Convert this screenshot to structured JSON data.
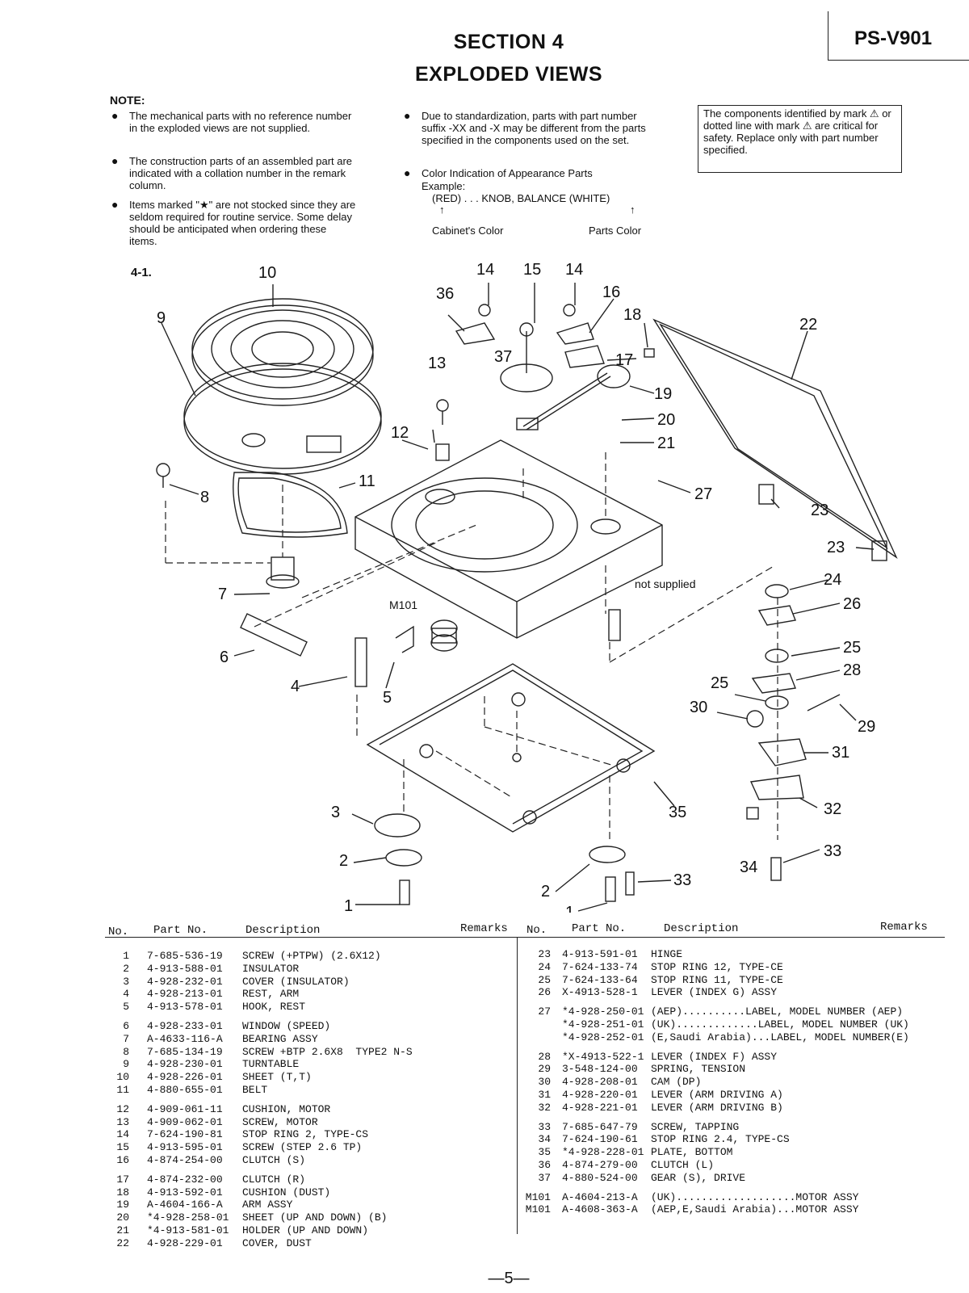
{
  "header": {
    "section": "SECTION 4",
    "title": "EXPLODED VIEWS",
    "model": "PS-V901"
  },
  "note": {
    "heading": "NOTE:",
    "left_items": [
      "The mechanical parts with no reference number in the exploded views are not supplied.",
      "The construction parts of an assembled part are indicated with a collation number in the remark column.",
      "Items marked \"★\" are not stocked since they are seldom required for routine service. Some delay should be anticipated when ordering these items."
    ],
    "mid_items": [
      "Due to standardization, parts with part number suffix -XX and -X may be different from the parts specified in the components used on the set.",
      "Color Indication of Appearance Parts"
    ],
    "example_label": "Example:",
    "example_text": "(RED) . . . KNOB, BALANCE (WHITE)",
    "cabinet_color": "Cabinet's Color",
    "parts_color": "Parts Color",
    "warning": "The components identified by mark ⚠ or dotted line with mark ⚠ are critical for safety. Replace only with part number specified."
  },
  "diagram": {
    "figure_label": "4-1.",
    "callouts": [
      "1",
      "1",
      "2",
      "2",
      "3",
      "4",
      "5",
      "6",
      "7",
      "8",
      "9",
      "10",
      "11",
      "12",
      "13",
      "14",
      "14",
      "15",
      "16",
      "17",
      "18",
      "19",
      "20",
      "21",
      "22",
      "23",
      "23",
      "24",
      "25",
      "25",
      "26",
      "27",
      "28",
      "29",
      "30",
      "31",
      "32",
      "33",
      "33",
      "34",
      "35",
      "36",
      "37",
      "M101"
    ],
    "not_supplied": "not supplied"
  },
  "table": {
    "headers": {
      "no": "No.",
      "part_no": "Part No.",
      "description": "Description",
      "remarks": "Remarks"
    },
    "left_rows": [
      {
        "no": "1",
        "part": "7-685-536-19",
        "desc": "SCREW (+PTPW) (2.6X12)"
      },
      {
        "no": "2",
        "part": "4-913-588-01",
        "desc": "INSULATOR"
      },
      {
        "no": "3",
        "part": "4-928-232-01",
        "desc": "COVER (INSULATOR)"
      },
      {
        "no": "4",
        "part": "4-928-213-01",
        "desc": "REST, ARM"
      },
      {
        "no": "5",
        "part": "4-913-578-01",
        "desc": "HOOK, REST"
      },
      {
        "no": "",
        "part": "",
        "desc": ""
      },
      {
        "no": "6",
        "part": "4-928-233-01",
        "desc": "WINDOW (SPEED)"
      },
      {
        "no": "7",
        "part": "A-4633-116-A",
        "desc": "BEARING ASSY"
      },
      {
        "no": "8",
        "part": "7-685-134-19",
        "desc": "SCREW +BTP 2.6X8  TYPE2 N-S"
      },
      {
        "no": "9",
        "part": "4-928-230-01",
        "desc": "TURNTABLE"
      },
      {
        "no": "10",
        "part": "4-928-226-01",
        "desc": "SHEET (T,T)"
      },
      {
        "no": "11",
        "part": "4-880-655-01",
        "desc": "BELT"
      },
      {
        "no": "",
        "part": "",
        "desc": ""
      },
      {
        "no": "12",
        "part": "4-909-061-11",
        "desc": "CUSHION, MOTOR"
      },
      {
        "no": "13",
        "part": "4-909-062-01",
        "desc": "SCREW, MOTOR"
      },
      {
        "no": "14",
        "part": "7-624-190-81",
        "desc": "STOP RING 2, TYPE-CS"
      },
      {
        "no": "15",
        "part": "4-913-595-01",
        "desc": "SCREW (STEP 2.6 TP)"
      },
      {
        "no": "16",
        "part": "4-874-254-00",
        "desc": "CLUTCH (S)"
      },
      {
        "no": "",
        "part": "",
        "desc": ""
      },
      {
        "no": "17",
        "part": "4-874-232-00",
        "desc": "CLUTCH (R)"
      },
      {
        "no": "18",
        "part": "4-913-592-01",
        "desc": "CUSHION (DUST)"
      },
      {
        "no": "19",
        "part": "A-4604-166-A",
        "desc": "ARM ASSY"
      },
      {
        "no": "20",
        "part": "*4-928-258-01",
        "desc": "SHEET (UP AND DOWN) (B)"
      },
      {
        "no": "21",
        "part": "*4-913-581-01",
        "desc": "HOLDER (UP AND DOWN)"
      },
      {
        "no": "22",
        "part": "4-928-229-01",
        "desc": "COVER, DUST"
      }
    ],
    "right_rows": [
      {
        "no": "23",
        "part": "4-913-591-01",
        "desc": "HINGE"
      },
      {
        "no": "24",
        "part": "7-624-133-74",
        "desc": "STOP RING 12, TYPE-CE"
      },
      {
        "no": "25",
        "part": "7-624-133-64",
        "desc": "STOP RING 11, TYPE-CE"
      },
      {
        "no": "26",
        "part": "X-4913-528-1",
        "desc": "LEVER (INDEX G) ASSY"
      },
      {
        "no": "",
        "part": "",
        "desc": ""
      },
      {
        "no": "27",
        "part": "*4-928-250-01",
        "desc": "(AEP)..........LABEL, MODEL NUMBER (AEP)"
      },
      {
        "no": "",
        "part": "*4-928-251-01",
        "desc": "(UK).............LABEL, MODEL NUMBER (UK)"
      },
      {
        "no": "",
        "part": "*4-928-252-01",
        "desc": "(E,Saudi Arabia)...LABEL, MODEL NUMBER(E)"
      },
      {
        "no": "",
        "part": "",
        "desc": ""
      },
      {
        "no": "28",
        "part": "*X-4913-522-1",
        "desc": "LEVER (INDEX F) ASSY"
      },
      {
        "no": "29",
        "part": "3-548-124-00",
        "desc": "SPRING, TENSION"
      },
      {
        "no": "30",
        "part": "4-928-208-01",
        "desc": "CAM (DP)"
      },
      {
        "no": "31",
        "part": "4-928-220-01",
        "desc": "LEVER (ARM DRIVING A)"
      },
      {
        "no": "32",
        "part": "4-928-221-01",
        "desc": "LEVER (ARM DRIVING B)"
      },
      {
        "no": "",
        "part": "",
        "desc": ""
      },
      {
        "no": "33",
        "part": "7-685-647-79",
        "desc": "SCREW, TAPPING"
      },
      {
        "no": "34",
        "part": "7-624-190-61",
        "desc": "STOP RING 2.4, TYPE-CS"
      },
      {
        "no": "35",
        "part": "*4-928-228-01",
        "desc": "PLATE, BOTTOM"
      },
      {
        "no": "36",
        "part": "4-874-279-00",
        "desc": "CLUTCH (L)"
      },
      {
        "no": "37",
        "part": "4-880-524-00",
        "desc": "GEAR (S), DRIVE"
      },
      {
        "no": "",
        "part": "",
        "desc": ""
      },
      {
        "no": "M101",
        "part": "A-4604-213-A",
        "desc": "(UK)...................MOTOR ASSY"
      },
      {
        "no": "M101",
        "part": "A-4608-363-A",
        "desc": "(AEP,E,Saudi Arabia)...MOTOR ASSY"
      }
    ]
  },
  "footer": {
    "page": "—5—"
  }
}
